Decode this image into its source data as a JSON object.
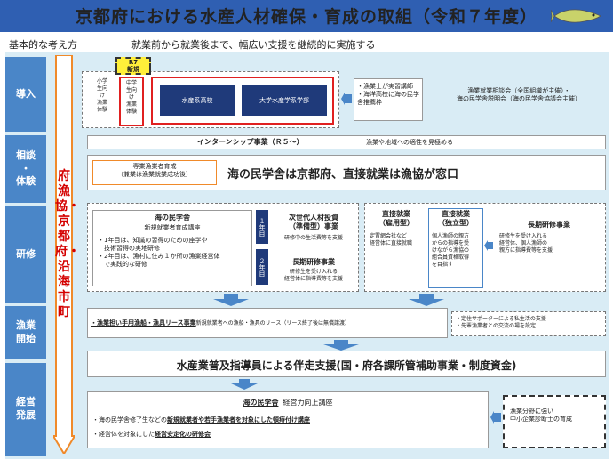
{
  "header": {
    "title": "京都府における水産人材確保・育成の取組（令和７年度）"
  },
  "basic": {
    "label": "基本的な考え方",
    "text": "就業前から就業後まで、幅広い支援を継続的に実施する"
  },
  "stages": {
    "intro": "導入",
    "consult": [
      "相談",
      "・",
      "体験"
    ],
    "training": "研修",
    "start": [
      "漁業",
      "開始"
    ],
    "mgmt": [
      "経営",
      "発展"
    ]
  },
  "vertical": "府漁協・京都府・沿海市町",
  "intro": {
    "r7": [
      "R7",
      "新規"
    ],
    "elem": [
      "小学",
      "生向",
      "け",
      "漁業",
      "体験"
    ],
    "mid": [
      "中学",
      "生向",
      "け",
      "漁業",
      "体験"
    ],
    "school1": "水産系高校",
    "school2": "大学水産学系学部",
    "bullets": [
      "・漁業士が実習講師",
      "・海洋高校に海の民学舎推薦枠"
    ],
    "consult": [
      "漁業就業相談会（全国組織が主催）・",
      "海の民学舎説明会（海の民学舎協議会主催）"
    ]
  },
  "intern": {
    "title": "インターンシップ事業（Ｒ５～）",
    "desc": "漁業や地域への適性を見極める"
  },
  "training_box": {
    "line1": "専業漁業者育成",
    "line2": "（兼業は漁業就業成功後）"
  },
  "banner": "海の民学舎は京都府、直接就業は漁協が窓口",
  "umi": {
    "title": "海の民学舎",
    "sub": "新規就業者育成講座",
    "lines": [
      "・1年目は、知識の習得のための座学や",
      "　技術習得の実地研修",
      "・2年目は、漁村に住み１か所の漁業経営体",
      "　で実践的な研修"
    ]
  },
  "year": {
    "y1": "１年目",
    "y2": "２年目"
  },
  "jisedai": {
    "title": [
      "次世代人材投資",
      "（準備型）事業"
    ],
    "desc": "研修中の生活費等を支援"
  },
  "choki1": {
    "title": "長期研修事業",
    "desc": [
      "研修生を受け入れる",
      "経営体に指導費等を支援"
    ]
  },
  "direct1": {
    "title": [
      "直接就業",
      "（雇用型）"
    ],
    "desc": [
      "定置網会社など",
      "経営体に直接就職"
    ]
  },
  "direct2": {
    "title": [
      "直接就業",
      "（独立型）"
    ],
    "desc": [
      "個人漁師の親方",
      "からの指導を受",
      "けながら漁協の",
      "組合員資格取得",
      "を目指す"
    ]
  },
  "choki2": {
    "title": "長期研修事業",
    "desc": [
      "研修生を受け入れる",
      "経営体、個人漁師の",
      "親方に指導費等を支援"
    ]
  },
  "lease": {
    "bold": "・漁業担い手用漁船・漁具リース事業",
    "rest": "新規就業者への漁船・漁具のリース（リース終了後は無償譲渡）"
  },
  "support": [
    "・定住サポーターによる私生活の支援",
    "・先輩漁業者との交流の場を設定"
  ],
  "followup": "水産業普及指導員による伴走支援(国・府各課所管補助事業・制度資金)",
  "mgmt_box": {
    "title": "海の民学舎",
    "title2": "経営力向上講座",
    "line1a": "・海の民学舎修了生などの",
    "line1b": "新規就業者や若手漁業者を対象にした頓痔付け講座",
    "line2a": "・経営体を対象にした",
    "line2b": "経営安定化の研修会"
  },
  "consultant": [
    "漁業分野に強い",
    "中小企業診断士の育成"
  ]
}
